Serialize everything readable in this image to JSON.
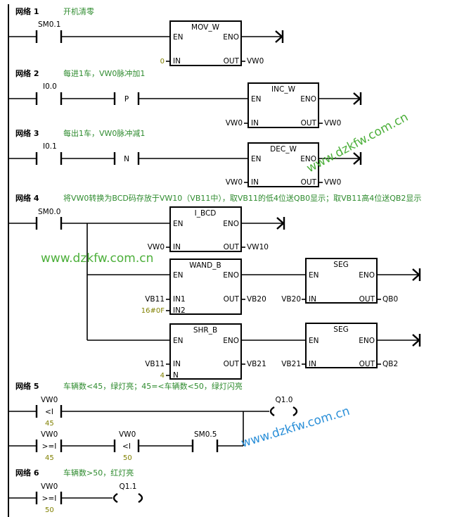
{
  "colors": {
    "comment": "#2e8b2e",
    "constant": "#808000",
    "watermark_green": "#4caf3a",
    "watermark_blue": "#2a8fd8",
    "line": "#000000"
  },
  "watermark": "www.dzkfw.com.cn",
  "networks": [
    {
      "label": "网络 1",
      "comment": "开机清零",
      "contacts": [
        {
          "address": "SM0.1",
          "type": "NO"
        }
      ],
      "boxes": [
        {
          "name": "MOV_W",
          "en": "EN",
          "eno": "ENO",
          "inputs": [
            {
              "pin": "IN",
              "value": "0",
              "is_constant": true
            }
          ],
          "outputs": [
            {
              "pin": "OUT",
              "value": "VW0"
            }
          ]
        }
      ]
    },
    {
      "label": "网络 2",
      "comment": "每进1车，VW0脉冲加1",
      "contacts": [
        {
          "address": "I0.0",
          "type": "NO"
        },
        {
          "address": "",
          "type": "P"
        }
      ],
      "edge_label": "P",
      "boxes": [
        {
          "name": "INC_W",
          "en": "EN",
          "eno": "ENO",
          "inputs": [
            {
              "pin": "IN",
              "value": "VW0"
            }
          ],
          "outputs": [
            {
              "pin": "OUT",
              "value": "VW0"
            }
          ]
        }
      ]
    },
    {
      "label": "网络 3",
      "comment": "每出1车，VW0脉冲减1",
      "contacts": [
        {
          "address": "I0.1",
          "type": "NO"
        },
        {
          "address": "",
          "type": "N"
        }
      ],
      "edge_label": "N",
      "boxes": [
        {
          "name": "DEC_W",
          "en": "EN",
          "eno": "ENO",
          "inputs": [
            {
              "pin": "IN",
              "value": "VW0"
            }
          ],
          "outputs": [
            {
              "pin": "OUT",
              "value": "VW0"
            }
          ]
        }
      ]
    },
    {
      "label": "网络 4",
      "comment": "将VW0转换为BCD码存放于VW10（VB11中），取VB11的低4位送QB0显示；取VB11高4位送QB2显示",
      "contacts": [
        {
          "address": "SM0.0",
          "type": "NO"
        }
      ],
      "boxes": [
        {
          "name": "I_BCD",
          "en": "EN",
          "eno": "ENO",
          "inputs": [
            {
              "pin": "IN",
              "value": "VW0"
            }
          ],
          "outputs": [
            {
              "pin": "OUT",
              "value": "VW10"
            }
          ]
        },
        {
          "name": "WAND_B",
          "en": "EN",
          "eno": "ENO",
          "inputs": [
            {
              "pin": "IN1",
              "value": "VB11"
            },
            {
              "pin": "IN2",
              "value": "16#0F",
              "is_constant": true
            }
          ],
          "outputs": [
            {
              "pin": "OUT",
              "value": "VB20"
            }
          ]
        },
        {
          "name": "SEG",
          "en": "EN",
          "eno": "ENO",
          "inputs": [
            {
              "pin": "IN",
              "value": "VB20"
            }
          ],
          "outputs": [
            {
              "pin": "OUT",
              "value": "QB0"
            }
          ]
        },
        {
          "name": "SHR_B",
          "en": "EN",
          "eno": "ENO",
          "inputs": [
            {
              "pin": "IN",
              "value": "VB11"
            },
            {
              "pin": "N",
              "value": "4",
              "is_constant": true
            }
          ],
          "outputs": [
            {
              "pin": "OUT",
              "value": "VB21"
            }
          ]
        },
        {
          "name": "SEG",
          "en": "EN",
          "eno": "ENO",
          "inputs": [
            {
              "pin": "IN",
              "value": "VB21"
            }
          ],
          "outputs": [
            {
              "pin": "OUT",
              "value": "QB2"
            }
          ]
        }
      ]
    },
    {
      "label": "网络 5",
      "comment": "车辆数<45，绿灯亮；45=<车辆数<50，绿灯闪亮",
      "contacts": [
        {
          "address": "VW0",
          "type": "compare",
          "op": "<I",
          "operand": "45"
        },
        {
          "address": "VW0",
          "type": "compare",
          "op": ">=I",
          "operand": "45"
        },
        {
          "address": "VW0",
          "type": "compare",
          "op": "<I",
          "operand": "50"
        },
        {
          "address": "SM0.5",
          "type": "NO"
        }
      ],
      "coil": {
        "address": "Q1.0"
      }
    },
    {
      "label": "网络 6",
      "comment": "车辆数>50，红灯亮",
      "contacts": [
        {
          "address": "VW0",
          "type": "compare",
          "op": ">=I",
          "operand": "50"
        }
      ],
      "coil": {
        "address": "Q1.1"
      }
    }
  ]
}
